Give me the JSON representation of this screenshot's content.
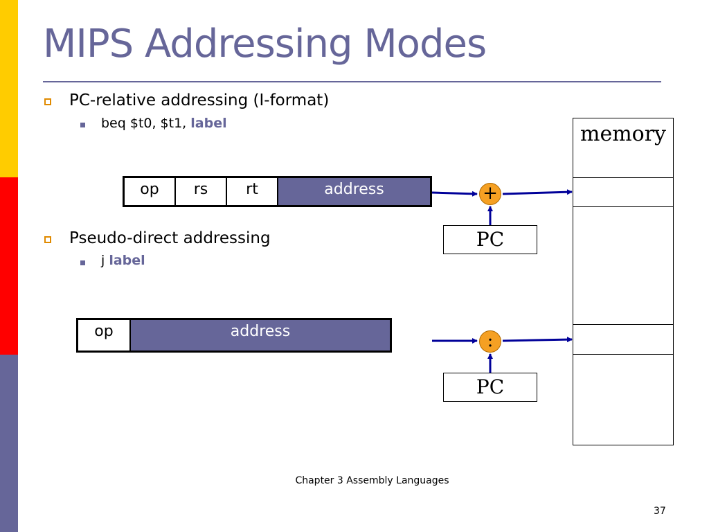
{
  "title": "MIPS Addressing Modes",
  "bullets": [
    {
      "text": "PC-relative addressing (I-format)",
      "sub_prefix": "beq $t0, $t1, ",
      "sub_keyword": "label"
    },
    {
      "text": "Pseudo-direct addressing",
      "sub_prefix": "j ",
      "sub_keyword": "label"
    }
  ],
  "iformat_fields": [
    "op",
    "rs",
    "rt",
    "address"
  ],
  "jformat_fields": [
    "op",
    "address"
  ],
  "adder_symbol": "+",
  "concat_symbol": ":",
  "pc_label": "PC",
  "memory_label": "memory",
  "footer": "Chapter 3 Assembly Languages",
  "page_number": "37",
  "colors": {
    "accent": "#666699",
    "stripe_top": "#ffcc00",
    "stripe_middle": "#ff0000",
    "stripe_bottom": "#666699",
    "arrow": "#000099",
    "operator_fill": "#f5a023",
    "bullet_box": "#e08a00"
  }
}
